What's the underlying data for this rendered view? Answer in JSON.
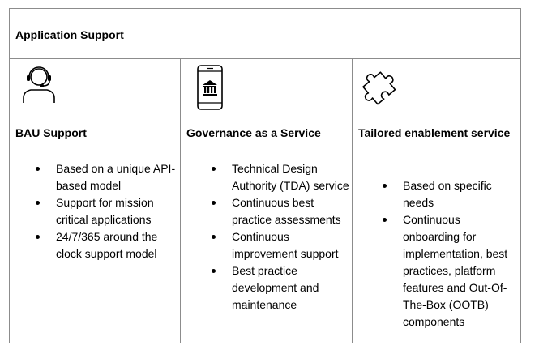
{
  "header": {
    "title": "Application Support"
  },
  "columns": [
    {
      "icon": "headset-user-icon",
      "title": "BAU Support",
      "bullets": [
        "Based on a unique API-based model",
        "Support for mission critical applications",
        "24/7/365 around the clock support model"
      ]
    },
    {
      "icon": "mobile-bank-icon",
      "title": "Governance as a Service",
      "bullets": [
        "Technical Design Authority (TDA) service",
        "Continuous best practice assessments",
        "Continuous improvement support",
        "Best practice development and maintenance"
      ]
    },
    {
      "icon": "puzzle-piece-icon",
      "title": "Tailored enablement service",
      "bullets": [
        "Based on specific needs",
        "Continuous onboarding for implementation, best practices, platform features and Out-Of-The-Box (OOTB) components"
      ]
    }
  ]
}
